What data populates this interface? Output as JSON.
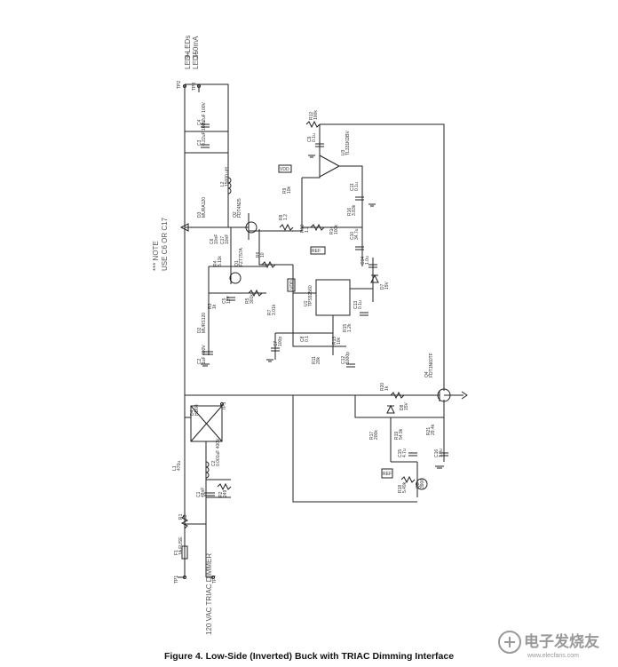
{
  "caption": "Figure 4.  Low-Side (Inverted) Buck with TRIAC Dimming Interface",
  "watermark": {
    "text": "电子发烧友",
    "url": "www.elecfans.com"
  },
  "notes": {
    "input": "120 VAC TRIAC DIMMER",
    "note_line1": "*** NOTE",
    "note_line2": "USE C6 OR C17",
    "leds_line1": "9 LEDs",
    "leds_line2": "350mA",
    "led_plus": "LED+",
    "led_minus": "LED–"
  },
  "nets": {
    "vdd1": "VDD",
    "vdd2": "VDD",
    "ref1": "REF",
    "ref2": "REF"
  },
  "testpoints": {
    "tp1": "TP1",
    "tp2": "TP2",
    "tp3": "TP3",
    "tp4": "TP4",
    "tp5": "TP5"
  },
  "components": [
    {
      "ref": "F1",
      "value": "1A FUSE"
    },
    {
      "ref": "R1",
      "value": "33"
    },
    {
      "ref": "C1",
      "value": "48nF"
    },
    {
      "ref": "R2",
      "value": "249"
    },
    {
      "ref": "L1",
      "value": "470u"
    },
    {
      "ref": "C2",
      "value": "0.001uF 400V"
    },
    {
      "ref": "D4",
      "value": "HD04"
    },
    {
      "ref": "C2",
      "value": "1uF 400V"
    },
    {
      "ref": "D2",
      "value": "MURS120"
    },
    {
      "ref": "R3",
      "value": "1k"
    },
    {
      "ref": "D3",
      "value": "MURA120"
    },
    {
      "ref": "C3",
      "value": "0.22uF 100V"
    },
    {
      "ref": "C4",
      "value": "2.2uF 100V"
    },
    {
      "ref": "L2",
      "value": "15000 uH"
    },
    {
      "ref": "Q2",
      "value": "FDT4N25"
    },
    {
      "ref": "C6",
      "value": "10nF"
    },
    {
      "ref": "C17",
      "value": "10nF"
    },
    {
      "ref": "R4",
      "value": "5.11k"
    },
    {
      "ref": "Q1",
      "value": "FZT757A"
    },
    {
      "ref": "C5",
      "value": "12V"
    },
    {
      "ref": "R5",
      "value": "301k"
    },
    {
      "ref": "R6",
      "value": "10"
    },
    {
      "ref": "R7",
      "value": "3.01k"
    },
    {
      "ref": "C7",
      "value": "100p"
    },
    {
      "ref": "C8",
      "value": "0.1"
    },
    {
      "ref": "U1",
      "value": "TPS92560"
    },
    {
      "ref": "R8",
      "value": "1.2"
    },
    {
      "ref": "R9",
      "value": "10k"
    },
    {
      "ref": "R10",
      "value": "1.2"
    },
    {
      "ref": "R11",
      "value": "20k"
    },
    {
      "ref": "R12",
      "value": "100k"
    },
    {
      "ref": "R13",
      "value": "10k"
    },
    {
      "ref": "R14",
      "value": "100k"
    },
    {
      "ref": "R15",
      "value": "1.2k"
    },
    {
      "ref": "R16",
      "value": "3.83k"
    },
    {
      "ref": "C9",
      "value": "0.1u"
    },
    {
      "ref": "U3",
      "value": "TL331KDBV"
    },
    {
      "ref": "C11",
      "value": "0.1u"
    },
    {
      "ref": "C10",
      "value": "34.7u"
    },
    {
      "ref": "C13",
      "value": "0.1u"
    },
    {
      "ref": "C12",
      "value": "1000p"
    },
    {
      "ref": "C14",
      "value": "1.0u"
    },
    {
      "ref": "D7",
      "value": "15V"
    },
    {
      "ref": "R20",
      "value": "1k"
    },
    {
      "ref": "Q4",
      "value": "FDT1N60TF"
    },
    {
      "ref": "D8",
      "value": "15V"
    },
    {
      "ref": "R17",
      "value": "200k"
    },
    {
      "ref": "R19",
      "value": "54.9k"
    },
    {
      "ref": "R21",
      "value": "29.4k"
    },
    {
      "ref": "C15",
      "value": "4.7u"
    },
    {
      "ref": "C16",
      "value": "1.0u"
    },
    {
      "ref": "R18",
      "value": "5.49k"
    },
    {
      "ref": "Q3",
      "value": "3906"
    }
  ]
}
